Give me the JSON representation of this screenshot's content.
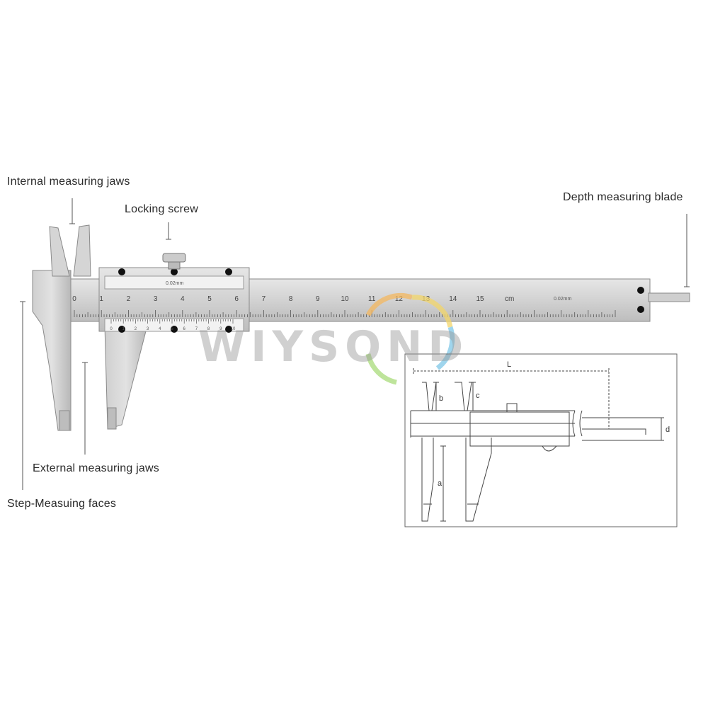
{
  "labels": {
    "internal_jaws": "Internal measuring jaws",
    "locking_screw": "Locking screw",
    "depth_blade": "Depth measuring blade",
    "external_jaws": "External measuring jaws",
    "step_faces": "Step-Measuing faces"
  },
  "main_scale": {
    "numbers": [
      "0",
      "1",
      "2",
      "3",
      "4",
      "5",
      "6",
      "7",
      "8",
      "9",
      "10",
      "11",
      "12",
      "13",
      "14",
      "15"
    ],
    "unit": "cm",
    "precision": "0.02mm"
  },
  "vernier": {
    "plate_text": "0.02mm",
    "numbers": [
      "0",
      "1",
      "2",
      "3",
      "4",
      "5",
      "6",
      "7",
      "8",
      "9",
      "10"
    ]
  },
  "schematic": {
    "dim_L": "L",
    "dim_a": "a",
    "dim_b": "b",
    "dim_c": "c",
    "dim_d": "d"
  },
  "watermark": "WIYSOND"
}
